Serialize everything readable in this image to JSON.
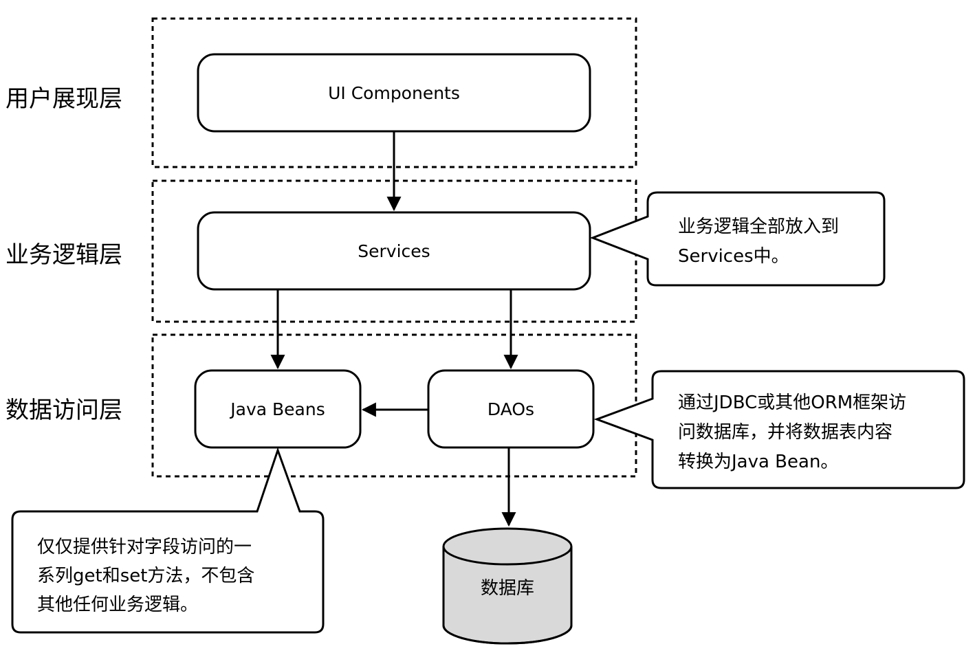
{
  "layers": {
    "presentation": "用户展现层",
    "business": "业务逻辑层",
    "data_access": "数据访问层"
  },
  "components": {
    "ui": "UI Components",
    "services": "Services",
    "java_beans": "Java Beans",
    "daos": "DAOs",
    "database": "数据库"
  },
  "notes": {
    "services": [
      "业务逻辑全部放入到",
      "Services中。"
    ],
    "daos": [
      "通过JDBC或其他ORM框架访",
      "问数据库，并将数据表内容",
      "转换为Java Bean。"
    ],
    "beans": [
      "仅仅提供针对字段访问的一",
      "系列get和set方法，不包含",
      "其他任何业务逻辑。"
    ]
  },
  "colors": {
    "line": "#000000",
    "database_fill": "#d9d9d9",
    "background": "#ffffff"
  }
}
